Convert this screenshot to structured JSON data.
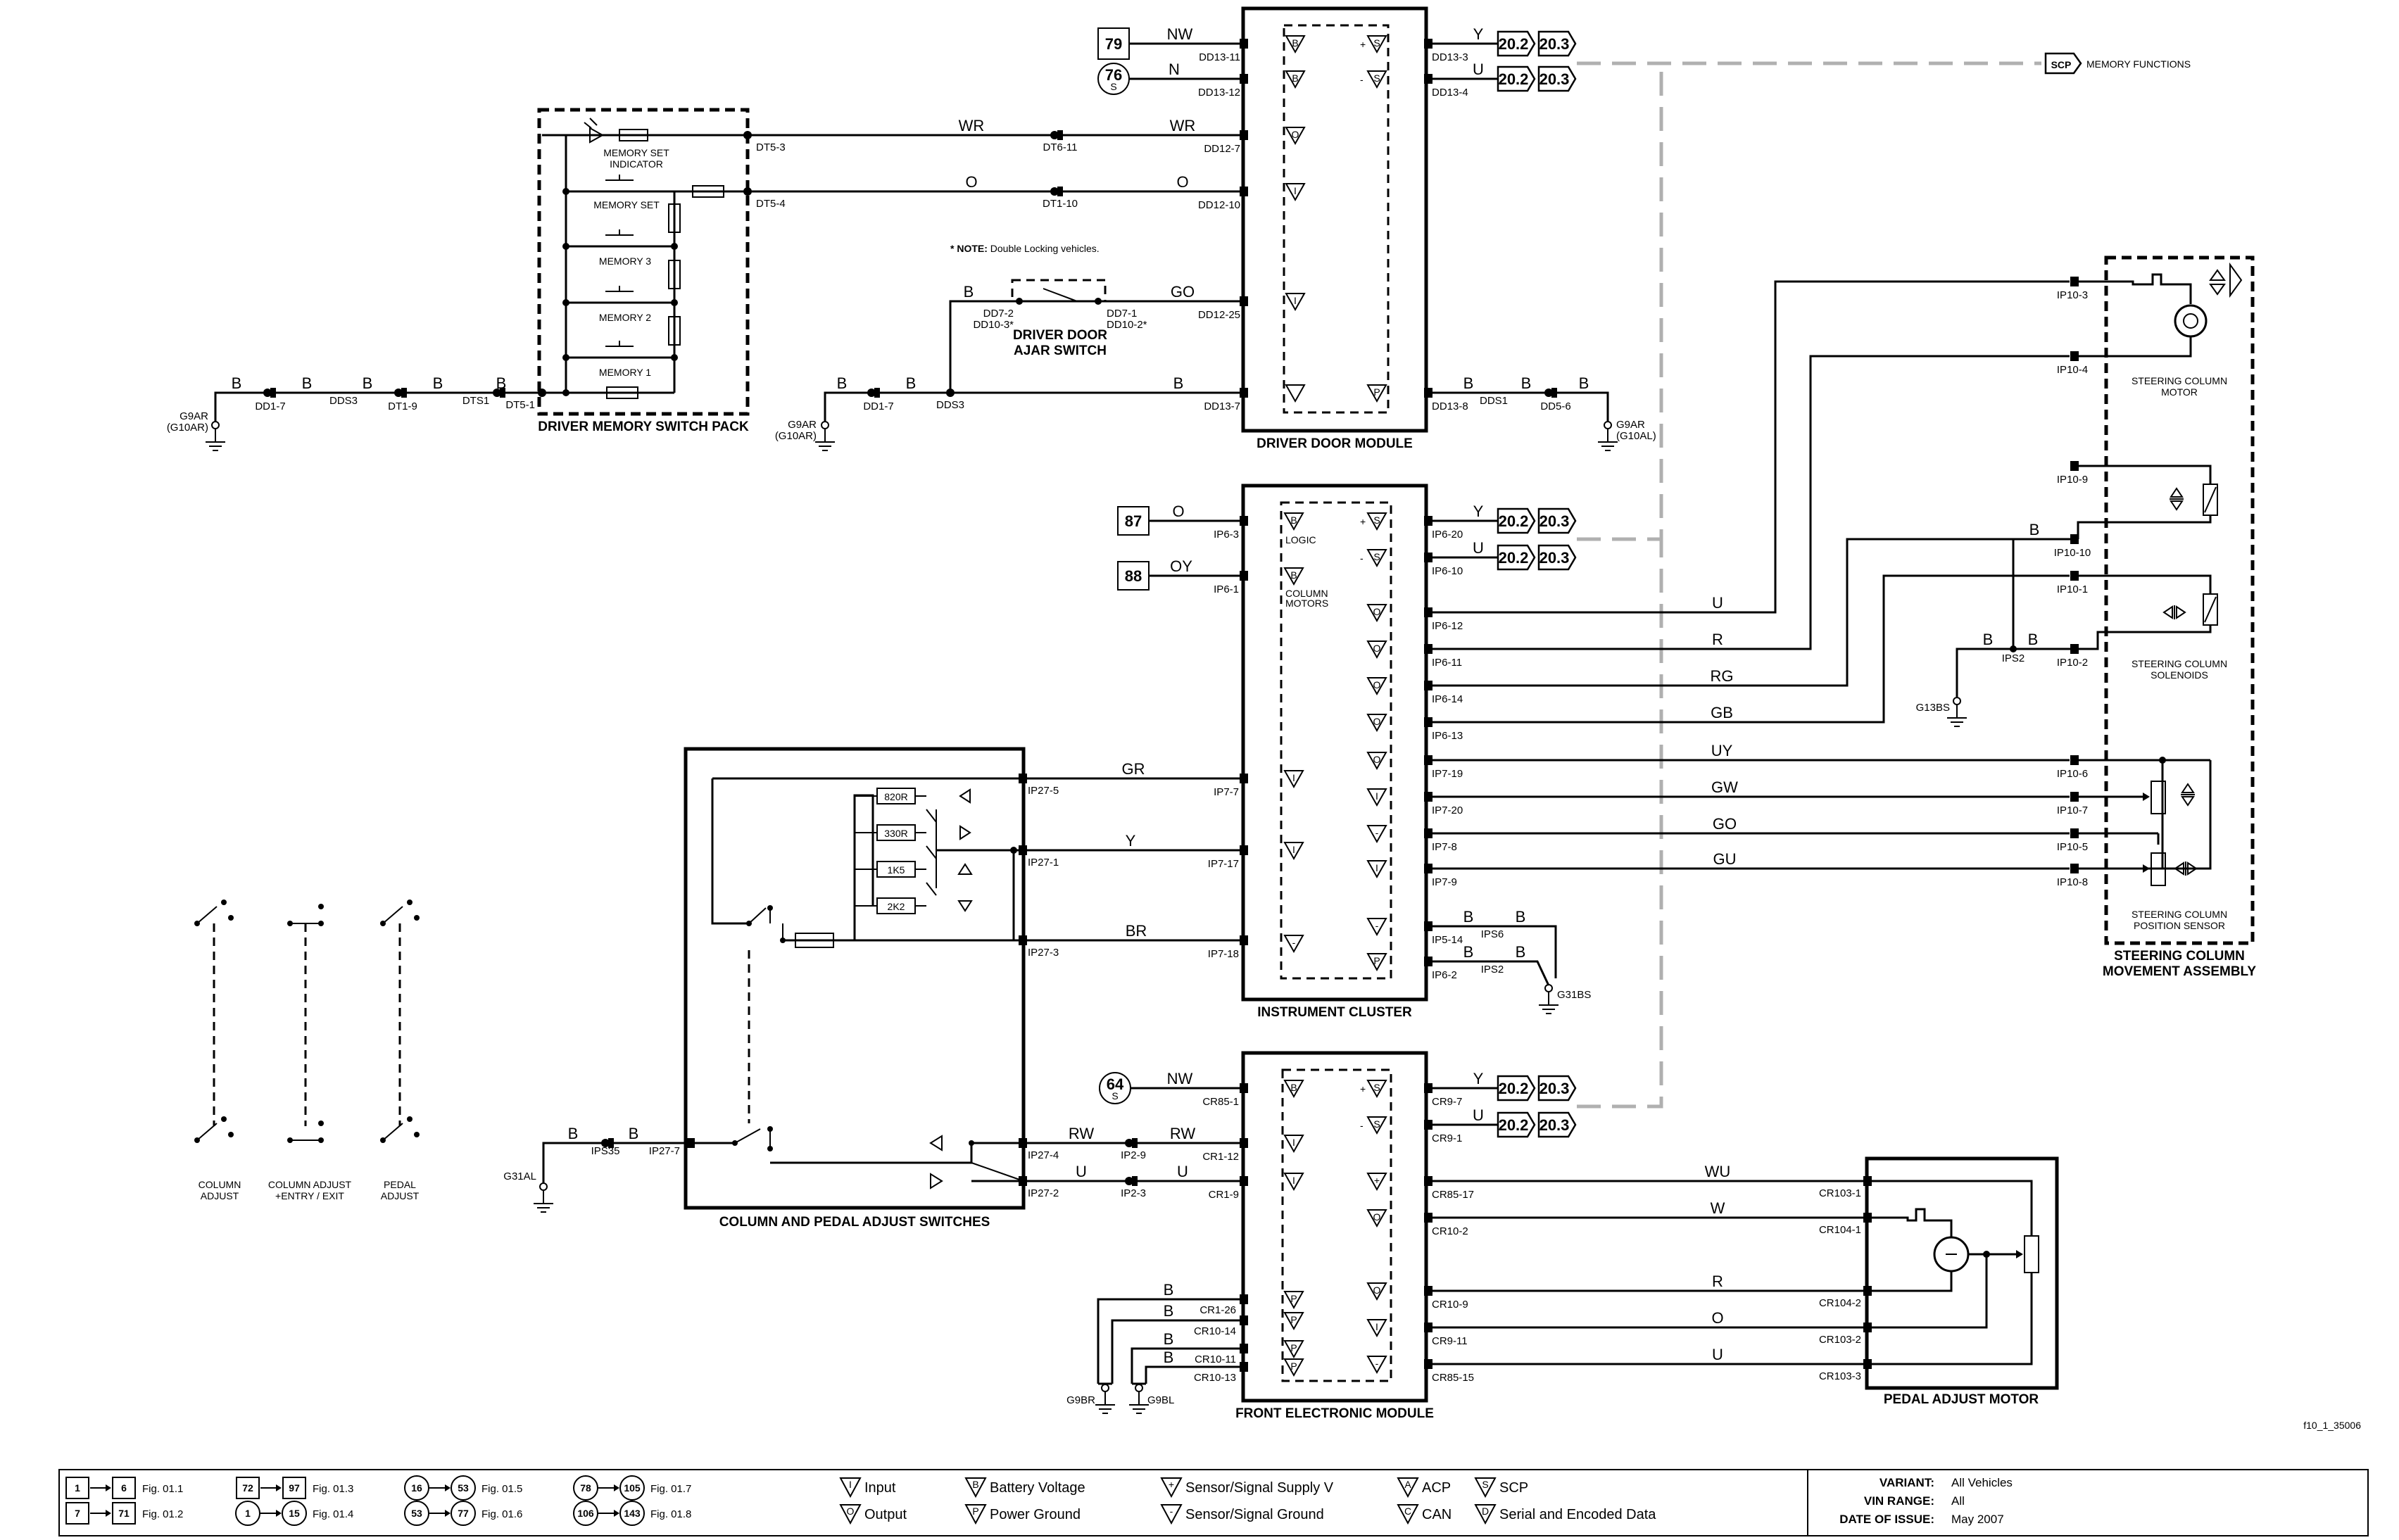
{
  "modules": {
    "driver_door_module": "DRIVER DOOR MODULE",
    "driver_memory_switch_pack": "DRIVER MEMORY SWITCH PACK",
    "driver_door_ajar_switch_l1": "DRIVER DOOR",
    "driver_door_ajar_switch_l2": "AJAR SWITCH",
    "instrument_cluster": "INSTRUMENT CLUSTER",
    "column_pedal_switches": "COLUMN AND PEDAL ADJUST SWITCHES",
    "front_electronic_module": "FRONT ELECTRONIC MODULE",
    "pedal_adjust_motor": "PEDAL ADJUST MOTOR",
    "steering_column_assembly_l1": "STEERING COLUMN",
    "steering_column_assembly_l2": "MOVEMENT ASSEMBLY",
    "steering_column_motor_l1": "STEERING COLUMN",
    "steering_column_motor_l2": "MOTOR",
    "steering_column_solenoids_l1": "STEERING COLUMN",
    "steering_column_solenoids_l2": "SOLENOIDS",
    "steering_column_sensor_l1": "STEERING COLUMN",
    "steering_column_sensor_l2": "POSITION SENSOR"
  },
  "memory_pack": {
    "memory_set_indicator_l1": "MEMORY SET",
    "memory_set_indicator_l2": "INDICATOR",
    "memory_set": "MEMORY SET",
    "memory_3": "MEMORY 3",
    "memory_2": "MEMORY 2",
    "memory_1": "MEMORY 1"
  },
  "note": {
    "prefix": "* NOTE:",
    "text": " Double Locking vehicles."
  },
  "scp": {
    "badge": "SCP",
    "text": "MEMORY FUNCTIONS"
  },
  "resistors": [
    "820R",
    "330R",
    "1K5",
    "2K2"
  ],
  "switch_captions": {
    "column_adjust_l1": "COLUMN",
    "column_adjust_l2": "ADJUST",
    "column_entry_l1": "COLUMN ADJUST",
    "column_entry_l2": "+ENTRY / EXIT",
    "pedal_adjust_l1": "PEDAL",
    "pedal_adjust_l2": "ADJUST"
  },
  "module_inner": {
    "logic": "LOGIC",
    "column_l1": "COLUMN",
    "column_l2": "MOTORS"
  },
  "sheet_refs": {
    "r79": "79",
    "r76": "76",
    "r87": "87",
    "r88": "88",
    "r64": "64",
    "s": "S",
    "a": "20.2",
    "b": "20.3"
  },
  "grounds": {
    "g9ar": "G9AR",
    "g10ar": "(G10AR)",
    "g10al": "(G10AL)",
    "g13bs": "G13BS",
    "g31bs": "G31BS",
    "g31al": "G31AL",
    "g9br": "G9BR",
    "g9bl": "G9BL"
  },
  "wires": {
    "B": "B",
    "NW": "NW",
    "N": "N",
    "WR": "WR",
    "O": "O",
    "GO": "GO",
    "Y": "Y",
    "U": "U",
    "OY": "OY",
    "R": "R",
    "RG": "RG",
    "GB": "GB",
    "UY": "UY",
    "GW": "GW",
    "GU": "GU",
    "GR": "GR",
    "BR": "BR",
    "RW": "RW",
    "WU": "WU",
    "W": "W"
  },
  "pins": {
    "dd13_11": "DD13-11",
    "dd13_12": "DD13-12",
    "dd12_7": "DD12-7",
    "dd12_10": "DD12-10",
    "dd12_25": "DD12-25",
    "dd13_7": "DD13-7",
    "dd13_3": "DD13-3",
    "dd13_4": "DD13-4",
    "dd13_8": "DD13-8",
    "dds1": "DDS1",
    "dd5_6": "DD5-6",
    "dt5_3": "DT5-3",
    "dt5_4": "DT5-4",
    "dt5_1": "DT5-1",
    "dt6_11": "DT6-11",
    "dt1_10": "DT1-10",
    "dd1_7": "DD1-7",
    "dds3": "DDS3",
    "dt1_9": "DT1-9",
    "dts1": "DTS1",
    "dd7_2": "DD7-2",
    "dd10_3": "DD10-3*",
    "dd7_1": "DD7-1",
    "dd10_2": "DD10-2*",
    "ip6_3": "IP6-3",
    "ip6_1": "IP6-1",
    "ip6_20": "IP6-20",
    "ip6_10": "IP6-10",
    "ip6_12": "IP6-12",
    "ip6_11": "IP6-11",
    "ip6_14": "IP6-14",
    "ip6_13": "IP6-13",
    "ip7_19": "IP7-19",
    "ip7_20": "IP7-20",
    "ip7_8": "IP7-8",
    "ip7_9": "IP7-9",
    "ip5_14": "IP5-14",
    "ip6_2": "IP6-2",
    "ips6": "IPS6",
    "ips2": "IPS2",
    "ip7_7": "IP7-7",
    "ip7_17": "IP7-17",
    "ip7_18": "IP7-18",
    "ip27_5": "IP27-5",
    "ip27_1": "IP27-1",
    "ip27_3": "IP27-3",
    "ip27_7": "IP27-7",
    "ips35": "IPS35",
    "ip27_4": "IP27-4",
    "ip27_2": "IP27-2",
    "ip2_9": "IP2-9",
    "ip2_3": "IP2-3",
    "ip10_3": "IP10-3",
    "ip10_4": "IP10-4",
    "ip10_9": "IP10-9",
    "ip10_10": "IP10-10",
    "ip10_1": "IP10-1",
    "ip10_2": "IP10-2",
    "ip10_6": "IP10-6",
    "ip10_7": "IP10-7",
    "ip10_5": "IP10-5",
    "ip10_8": "IP10-8",
    "cr85_1": "CR85-1",
    "cr1_12": "CR1-12",
    "cr1_9": "CR1-9",
    "cr9_7": "CR9-7",
    "cr9_1": "CR9-1",
    "cr85_17": "CR85-17",
    "cr10_2": "CR10-2",
    "cr10_9": "CR10-9",
    "cr9_11": "CR9-11",
    "cr85_15": "CR85-15",
    "cr1_26": "CR1-26",
    "cr10_14": "CR10-14",
    "cr10_11": "CR10-11",
    "cr10_13": "CR10-13",
    "cr103_1": "CR103-1",
    "cr104_1": "CR104-1",
    "cr104_2": "CR104-2",
    "cr103_2": "CR103-2",
    "cr103_3": "CR103-3"
  },
  "figure_id": "f10_1_35006",
  "legend": {
    "refs": [
      {
        "a": "1",
        "b": "6",
        "fig": "Fig. 01.1",
        "shape": "box"
      },
      {
        "a": "7",
        "b": "71",
        "fig": "Fig. 01.2",
        "shape": "box"
      },
      {
        "a": "72",
        "b": "97",
        "fig": "Fig. 01.3",
        "shape": "box"
      },
      {
        "a": "1",
        "b": "15",
        "fig": "Fig. 01.4",
        "shape": "circle"
      },
      {
        "a": "16",
        "b": "53",
        "fig": "Fig. 01.5",
        "shape": "circle"
      },
      {
        "a": "53",
        "b": "77",
        "fig": "Fig. 01.6",
        "shape": "circle"
      },
      {
        "a": "78",
        "b": "105",
        "fig": "Fig. 01.7",
        "shape": "circle"
      },
      {
        "a": "106",
        "b": "143",
        "fig": "Fig. 01.8",
        "shape": "circle"
      }
    ],
    "symbols": [
      {
        "glyph": "I",
        "label": "Input"
      },
      {
        "glyph": "O",
        "label": "Output"
      },
      {
        "glyph": "B",
        "label": "Battery Voltage"
      },
      {
        "glyph": "P",
        "label": "Power Ground"
      },
      {
        "glyph": "+",
        "label": "Sensor/Signal Supply V"
      },
      {
        "glyph": "-",
        "label": "Sensor/Signal Ground"
      },
      {
        "glyph": "A",
        "label": "ACP"
      },
      {
        "glyph": "C",
        "label": "CAN"
      },
      {
        "glyph": "S",
        "label": "SCP"
      },
      {
        "glyph": "D",
        "label": "Serial and Encoded Data"
      }
    ],
    "variant_label": "VARIANT:",
    "variant_value": "All Vehicles",
    "vin_label": "VIN RANGE:",
    "vin_value": "All",
    "date_label": "DATE OF ISSUE:",
    "date_value": "May 2007"
  }
}
